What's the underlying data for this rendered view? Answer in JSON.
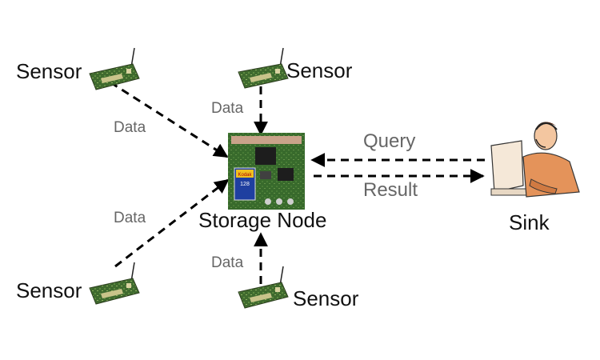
{
  "diagram": {
    "nodes": {
      "sensor_top_left": "Sensor",
      "sensor_top": "Sensor",
      "sensor_bottom_left": "Sensor",
      "sensor_bottom": "Sensor",
      "storage_node": "Storage Node",
      "sink": "Sink"
    },
    "edges": {
      "data_top": "Data",
      "data_top_left": "Data",
      "data_bottom_left": "Data",
      "data_bottom": "Data",
      "query": "Query",
      "result": "Result"
    },
    "sd_card": {
      "brand": "Kodak",
      "capacity": "128"
    },
    "colors": {
      "arrow": "#000000",
      "sensor_board": "#4f6a2f",
      "storage_board": "#2f6a2a",
      "sd_card": "#1f3fa0",
      "edge_label": "#666666",
      "node_label": "#111111"
    }
  }
}
